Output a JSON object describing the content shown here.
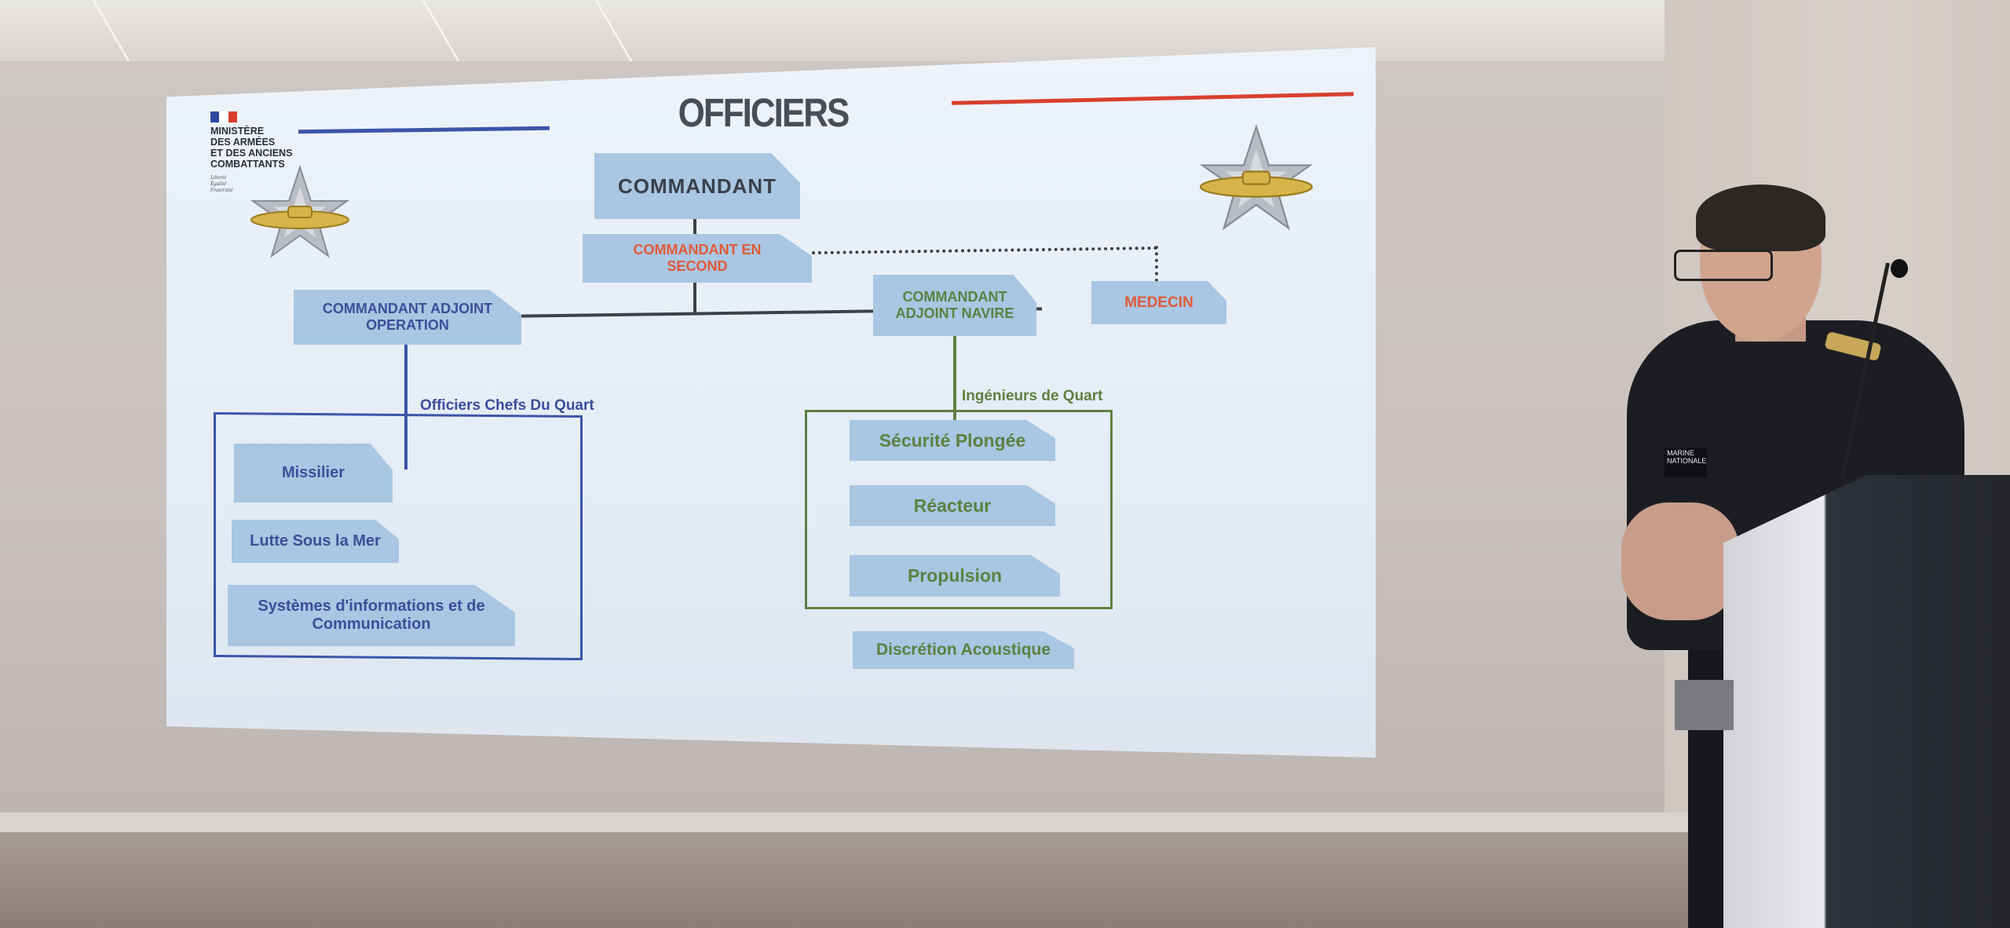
{
  "slide": {
    "title": "OFFICIERS",
    "ministry_lines": [
      "MINISTÈRE",
      "DES ARMÉES",
      "ET DES ANCIENS",
      "COMBATTANTS"
    ],
    "motto_lines": [
      "Liberté",
      "Égalité",
      "Fraternité"
    ],
    "org_chart": {
      "commandant": "COMMANDANT",
      "second": "COMMANDANT EN SECOND",
      "adjoint_operation": "COMMANDANT ADJOINT OPERATION",
      "adjoint_navire": "COMMANDANT ADJOINT NAVIRE",
      "medecin": "MEDECIN",
      "operation_group_label": "Officiers Chefs Du Quart",
      "operation_items": [
        "Missilier",
        "Lutte Sous la Mer",
        "Systèmes d'informations et de Communication"
      ],
      "navire_group_label": "Ingénieurs de Quart",
      "navire_items": [
        "Sécurité Plongée",
        "Réacteur",
        "Propulsion"
      ],
      "extra_item": "Discrétion Acoustique"
    }
  },
  "speaker": {
    "badge_text": "MARINE NATIONALE"
  },
  "colors": {
    "box_fill": "#a9c6e2",
    "operation_text": "#3a4f9a",
    "navire_text": "#5e8040",
    "highlight_text": "#e25a3a",
    "title_text": "#4a4d55",
    "flag_blue": "#2b4a9e",
    "flag_red": "#d8402e"
  }
}
